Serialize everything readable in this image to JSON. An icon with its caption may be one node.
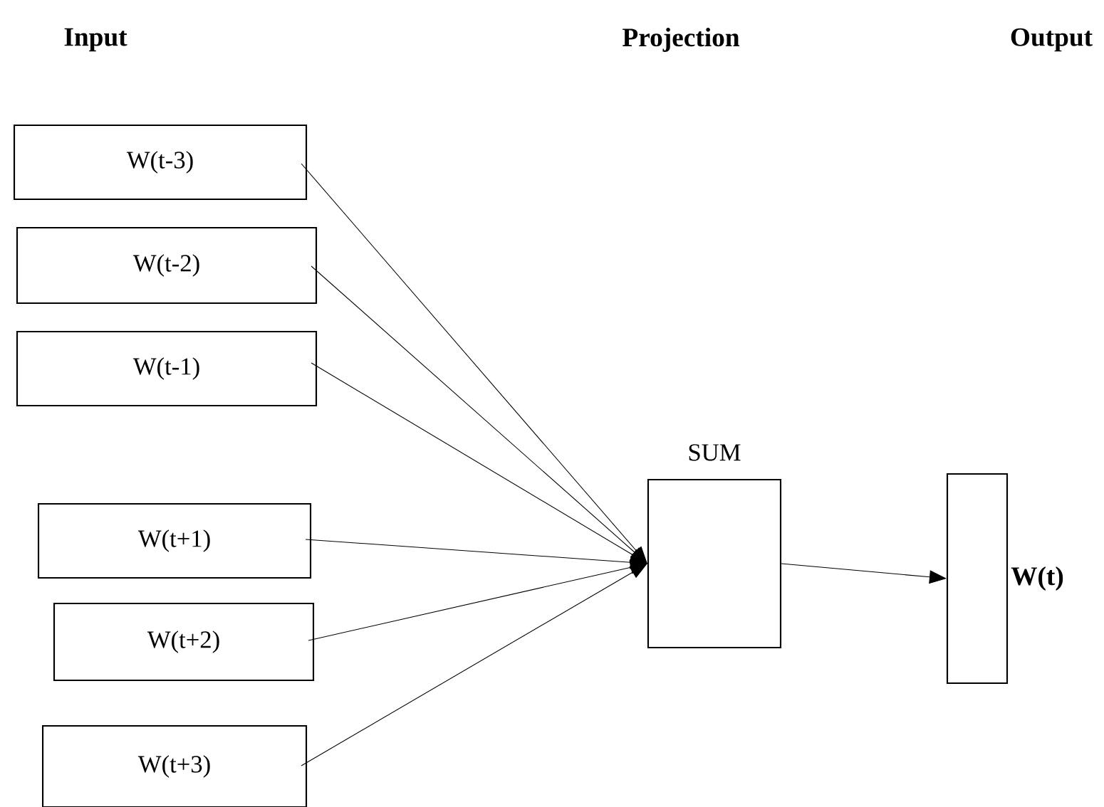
{
  "diagram": {
    "nodes": [
      {
        "text": [
          "W(t-3)"
        ]
      },
      {
        "text": [
          "W(t-2)"
        ]
      },
      {
        "text": [
          "W(t-1)"
        ]
      },
      {
        "text": [
          "W(t+1)"
        ]
      },
      {
        "text": [
          "W(t+2)"
        ]
      },
      {
        "text": [
          "W(t+3)"
        ]
      },
      {
        "text": [
          "SUM"
        ]
      },
      {
        "text": [
          "W(t)"
        ]
      }
    ],
    "edges": [
      {
        "from": 0,
        "to": 6,
        "arrow": "to"
      },
      {
        "from": 1,
        "to": 6,
        "arrow": "to"
      },
      {
        "from": 2,
        "to": 6,
        "arrow": "to"
      },
      {
        "from": 3,
        "to": 6,
        "arrow": "to"
      },
      {
        "from": 4,
        "to": 6,
        "arrow": "to"
      },
      {
        "from": 5,
        "to": 6,
        "arrow": "to"
      },
      {
        "from": 6,
        "to": 7,
        "arrow": "to"
      }
    ],
    "labels": [
      "Input",
      "Projection",
      "Output"
    ]
  }
}
